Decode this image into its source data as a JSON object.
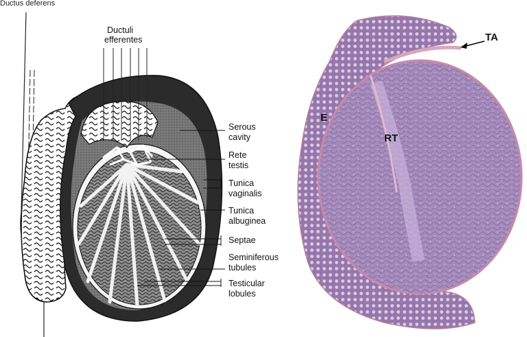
{
  "diagram": {
    "top_cut_label": "Ductus deferens",
    "labels": {
      "ductuli_1": "Ductuli",
      "ductuli_2": "efferentes",
      "serous_1": "Serous",
      "serous_2": "cavity",
      "rete_1": "Rete",
      "rete_2": "testis",
      "tvag_1": "Tunica",
      "tvag_2": "vaginalis",
      "talb_1": "Tunica",
      "talb_2": "albuginea",
      "septae": "Septae",
      "semi_1": "Seminiferous",
      "semi_2": "tubules",
      "lob_1": "Testicular",
      "lob_2": "lobules"
    }
  },
  "histology": {
    "labels": {
      "ta": "TA",
      "e": "E",
      "rt": "RT"
    },
    "colors": {
      "background": "#ffffff",
      "stain": "#a58cbc",
      "membrane": "#d7a6bd"
    }
  }
}
